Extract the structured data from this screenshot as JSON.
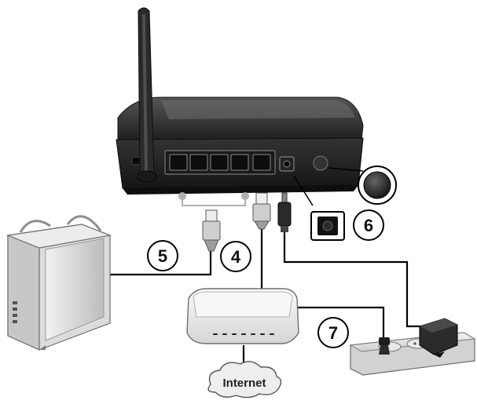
{
  "labels": {
    "step_4": "4",
    "step_5": "5",
    "step_6": "6",
    "step_7": "7",
    "internet": "Internet"
  },
  "icons": [
    "wireless-router-icon",
    "antenna-icon",
    "computer-tower-icon",
    "modem-icon",
    "internet-cloud-icon",
    "power-adapter-icon",
    "power-strip-icon",
    "ethernet-plug-icon",
    "dc-plug-icon",
    "reset-button-icon"
  ],
  "colors": {
    "router_body": "#2b2b2b",
    "device_light": "#d9d9d9",
    "line": "#000000"
  }
}
